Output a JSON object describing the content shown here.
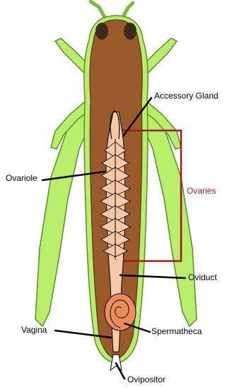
{
  "labels": {
    "accessory_gland": "Accessory Gland",
    "ovariole": "Ovariole",
    "ovaries": "Ovaries",
    "oviduct": "Oviduct",
    "vagina": "Vagina",
    "spermatheca": "Spermatheca",
    "ovipositor": "Ovipositor"
  },
  "colors": {
    "body": "#9b5a2a",
    "legs": "#b8ee6a",
    "leg_outline": "#5a8c2a",
    "ovariole_fill": "#f6c9a6",
    "ovaries_bracket": "#a01818",
    "ovaries_text": "#c01818",
    "spermatheca": "#f08c5a",
    "outline": "#000000"
  }
}
